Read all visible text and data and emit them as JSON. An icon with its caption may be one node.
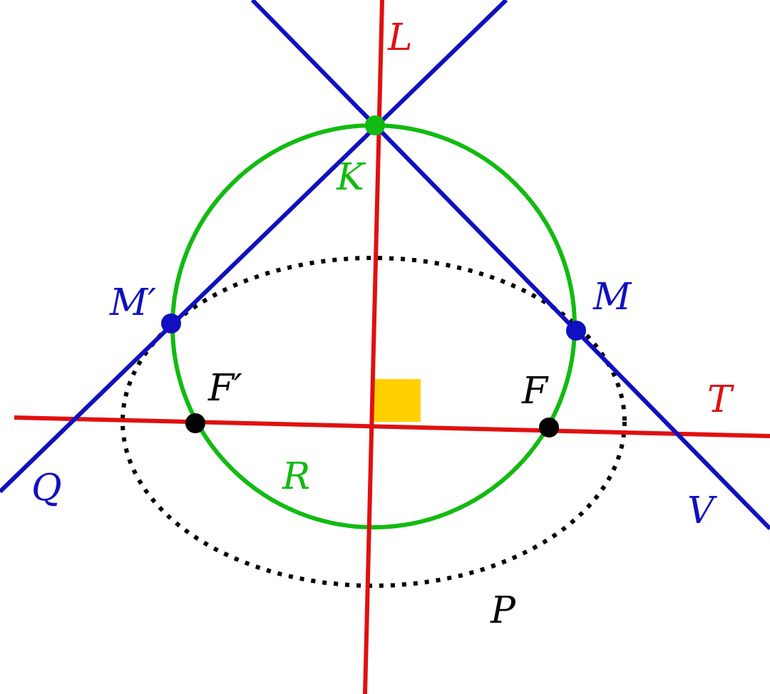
{
  "diagram": {
    "labels": [
      "L",
      "K",
      "M′",
      "M",
      "F′",
      "F",
      "T",
      "Q",
      "R",
      "V",
      "P"
    ]
  }
}
